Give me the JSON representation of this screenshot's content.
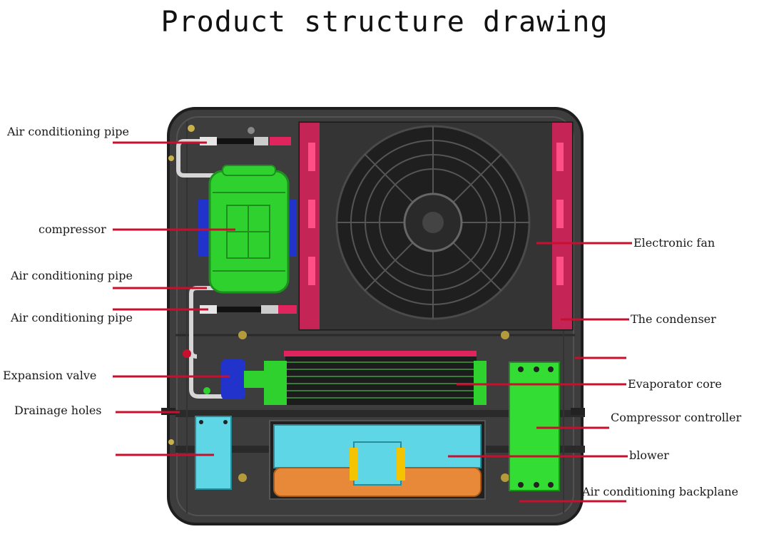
{
  "title": "Product structure drawing",
  "labels": {
    "left": [
      "Air conditioning pipe",
      "compressor",
      "Air conditioning pipe",
      "Air conditioning pipe",
      "Expansion valve",
      "Drainage holes"
    ],
    "right": [
      "Electronic fan",
      "The condenser",
      "Evaporator core",
      "Compressor controller",
      "blower",
      "Air conditioning backplane"
    ]
  },
  "colors": {
    "leader": "#c8102e",
    "frame": "#3a3a3a",
    "compressor": "#2fd12f",
    "bracket": "#2233cc",
    "condenser_accent": "#e0245e",
    "blower_top": "#5fd6e6",
    "blower_bottom": "#e8893a",
    "controller": "#33dd33"
  }
}
